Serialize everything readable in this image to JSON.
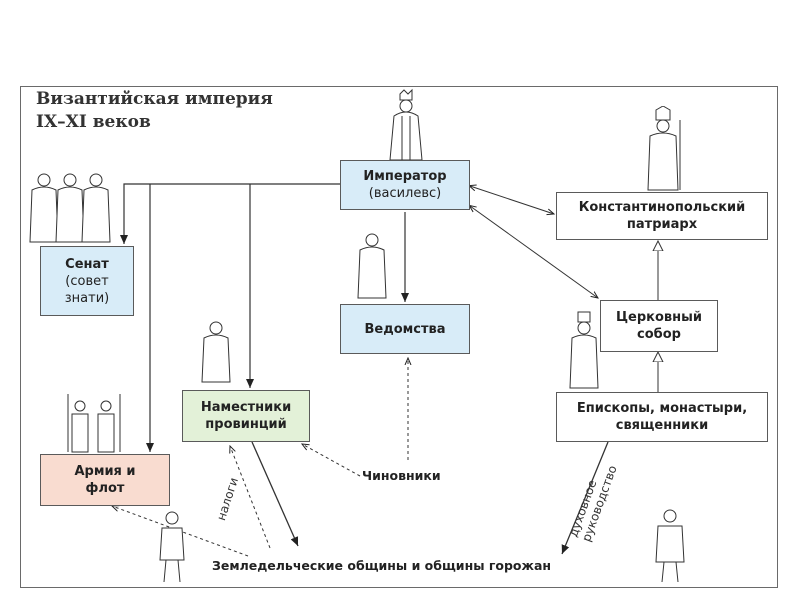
{
  "title": {
    "line1": "Византийская империя",
    "line2": "IX–XI веков"
  },
  "nodes": {
    "emperor": {
      "line1": "Император",
      "line2": "(василевс)"
    },
    "senate": {
      "line1": "Сенат",
      "line2": "(совет",
      "line3": "знати)"
    },
    "vedomstva": {
      "line1": "Ведомства"
    },
    "patriarch": {
      "line1": "Константинопольский",
      "line2": "патриарх"
    },
    "church_council": {
      "line1": "Церковный",
      "line2": "собор"
    },
    "governors": {
      "line1": "Наместники",
      "line2": "провинций"
    },
    "army": {
      "line1": "Армия и",
      "line2": "флот"
    },
    "bishops": {
      "line1": "Епископы, монастыри,",
      "line2": "священники"
    },
    "communities": {
      "line1": "Земледельческие общины и общины горожан"
    },
    "officials": {
      "line1": "Чиновники"
    }
  },
  "edge_labels": {
    "taxes": "налоги",
    "spiritual_line1": "духовное",
    "spiritual_line2": "руководство"
  },
  "colors": {
    "blue_box": "#d8ecf8",
    "green_box": "#e3f1d8",
    "pink_box": "#f9dcd0",
    "line": "#333333"
  }
}
